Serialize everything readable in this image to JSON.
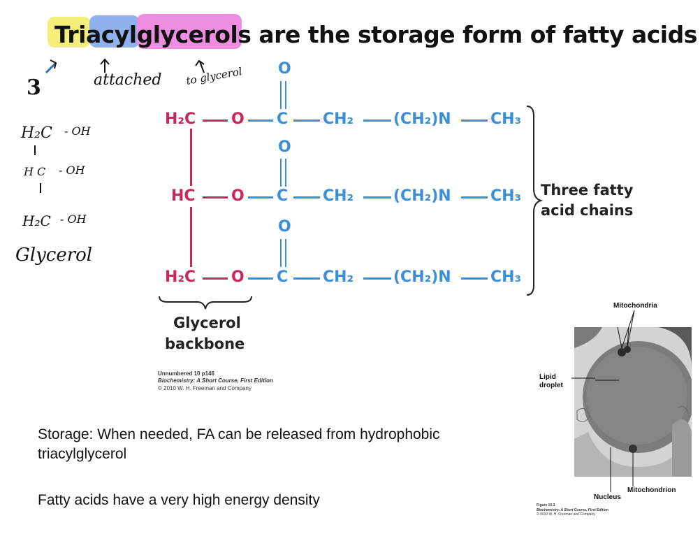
{
  "slide": {
    "title": "Triacylglycerols are the storage form of fatty acids",
    "highlight_colors": {
      "tri": "#f4ef7a",
      "acyl": "#8fb2ee",
      "glycerols": "#ee8ee0"
    }
  },
  "annotations": {
    "three": "3",
    "attached": "attached",
    "to_glycerol": "to glycerol",
    "glycerol_formula": {
      "row1_left": "H₂C",
      "row1_right": "- OH",
      "row2_left": "H C",
      "row2_right": "- OH",
      "row3_left": "H₂C",
      "row3_right": "- OH",
      "caption": "Glycerol"
    }
  },
  "structure": {
    "rows": [
      {
        "backbone": "H₂C",
        "ester_o": "O",
        "carbonyl_c": "C",
        "ch2": "CH₂",
        "chain": "(CH₂)N",
        "ch3": "CH₃",
        "carbonyl_o": "O"
      },
      {
        "backbone": "HC",
        "ester_o": "O",
        "carbonyl_c": "C",
        "ch2": "CH₂",
        "chain": "(CH₂)N",
        "ch3": "CH₃",
        "carbonyl_o": "O"
      },
      {
        "backbone": "H₂C",
        "ester_o": "O",
        "carbonyl_c": "C",
        "ch2": "CH₂",
        "chain": "(CH₂)N",
        "ch3": "CH₃",
        "carbonyl_o": "O"
      }
    ],
    "chains_label_line1": "Three fatty",
    "chains_label_line2": "acid chains",
    "backbone_label_line1": "Glycerol",
    "backbone_label_line2": "backbone",
    "colors": {
      "backbone": "#c8285e",
      "acyl": "#3a8fd6"
    }
  },
  "credit_1": {
    "line1": "Unnumbered 10 p146",
    "line2": "Biochemistry: A Short Course, First Edition",
    "line3": "© 2010 W. H. Freeman and Company"
  },
  "body": {
    "line1": "Storage: When needed, FA can be released from hydrophobic",
    "line2": "triacylglycerol",
    "line3": "Fatty acids have a very high energy density"
  },
  "micrograph": {
    "mitochondria": "Mitochondria",
    "lipid_droplet_line1": "Lipid",
    "lipid_droplet_line2": "droplet",
    "nucleus": "Nucleus",
    "mitochondrion": "Mitochondrion",
    "credit_line1": "Figure 10.3",
    "credit_line2": "Biochemistry: A Short Course, First Edition",
    "credit_line3": "© 2010 W. H. Freeman and Company"
  }
}
